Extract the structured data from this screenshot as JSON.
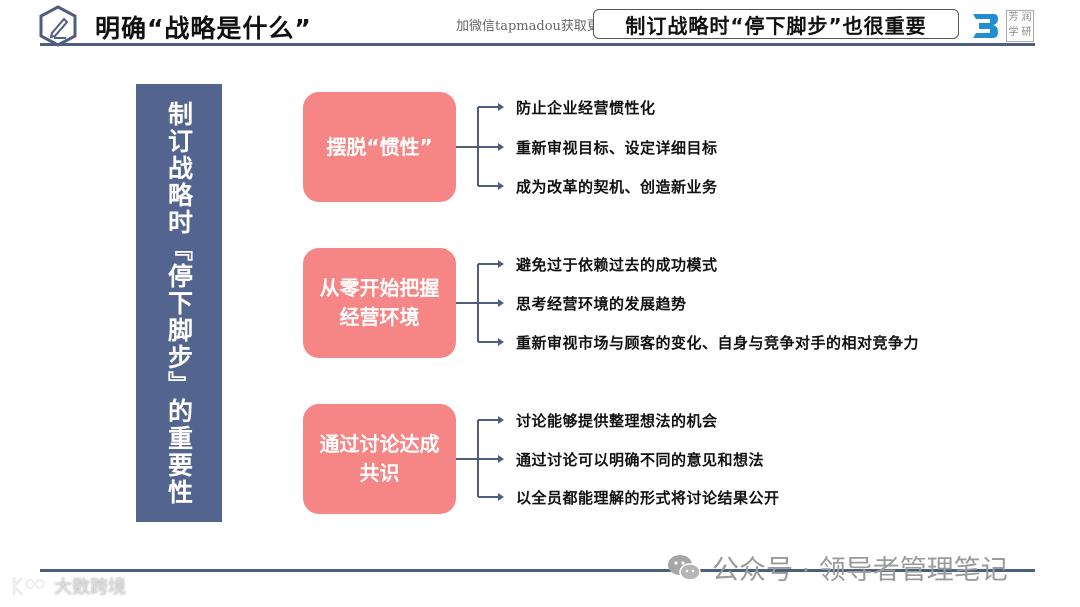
{
  "header": {
    "title": "明确“战略是什么”",
    "watermark": "加微信tapmadou获取更多资",
    "subtitle": "制订战略时“停下脚步”也很重要",
    "seal_chars": [
      "芳",
      "润",
      "学",
      "研"
    ]
  },
  "banner": {
    "text": "制订战略时『停下脚步』的重要性",
    "color": "#53648f"
  },
  "groups": [
    {
      "label": "摆脱“惯性”",
      "items": [
        "防止企业经营惯性化",
        "重新审视目标、设定详细目标",
        "成为改革的契机、创造新业务"
      ]
    },
    {
      "label": "从零开始把握经营环境",
      "items": [
        "避免过于依赖过去的成功模式",
        "思考经营环境的发展趋势",
        "重新审视市场与顾客的变化、自身与竞争对手的相对竞争力"
      ]
    },
    {
      "label": "通过讨论达成共识",
      "items": [
        "讨论能够提供整理想法的机会",
        "通过讨论可以明确不同的意见和想法",
        "以全员都能理解的形式将讨论结果公开"
      ]
    }
  ],
  "colors": {
    "group_box": "#f68585",
    "line": "#4f5d7e",
    "brand_blue": "#1f8fd0"
  },
  "footer": {
    "left_logo": "大数跨境",
    "right_watermark": "公众号 · 领导者管理笔记"
  }
}
